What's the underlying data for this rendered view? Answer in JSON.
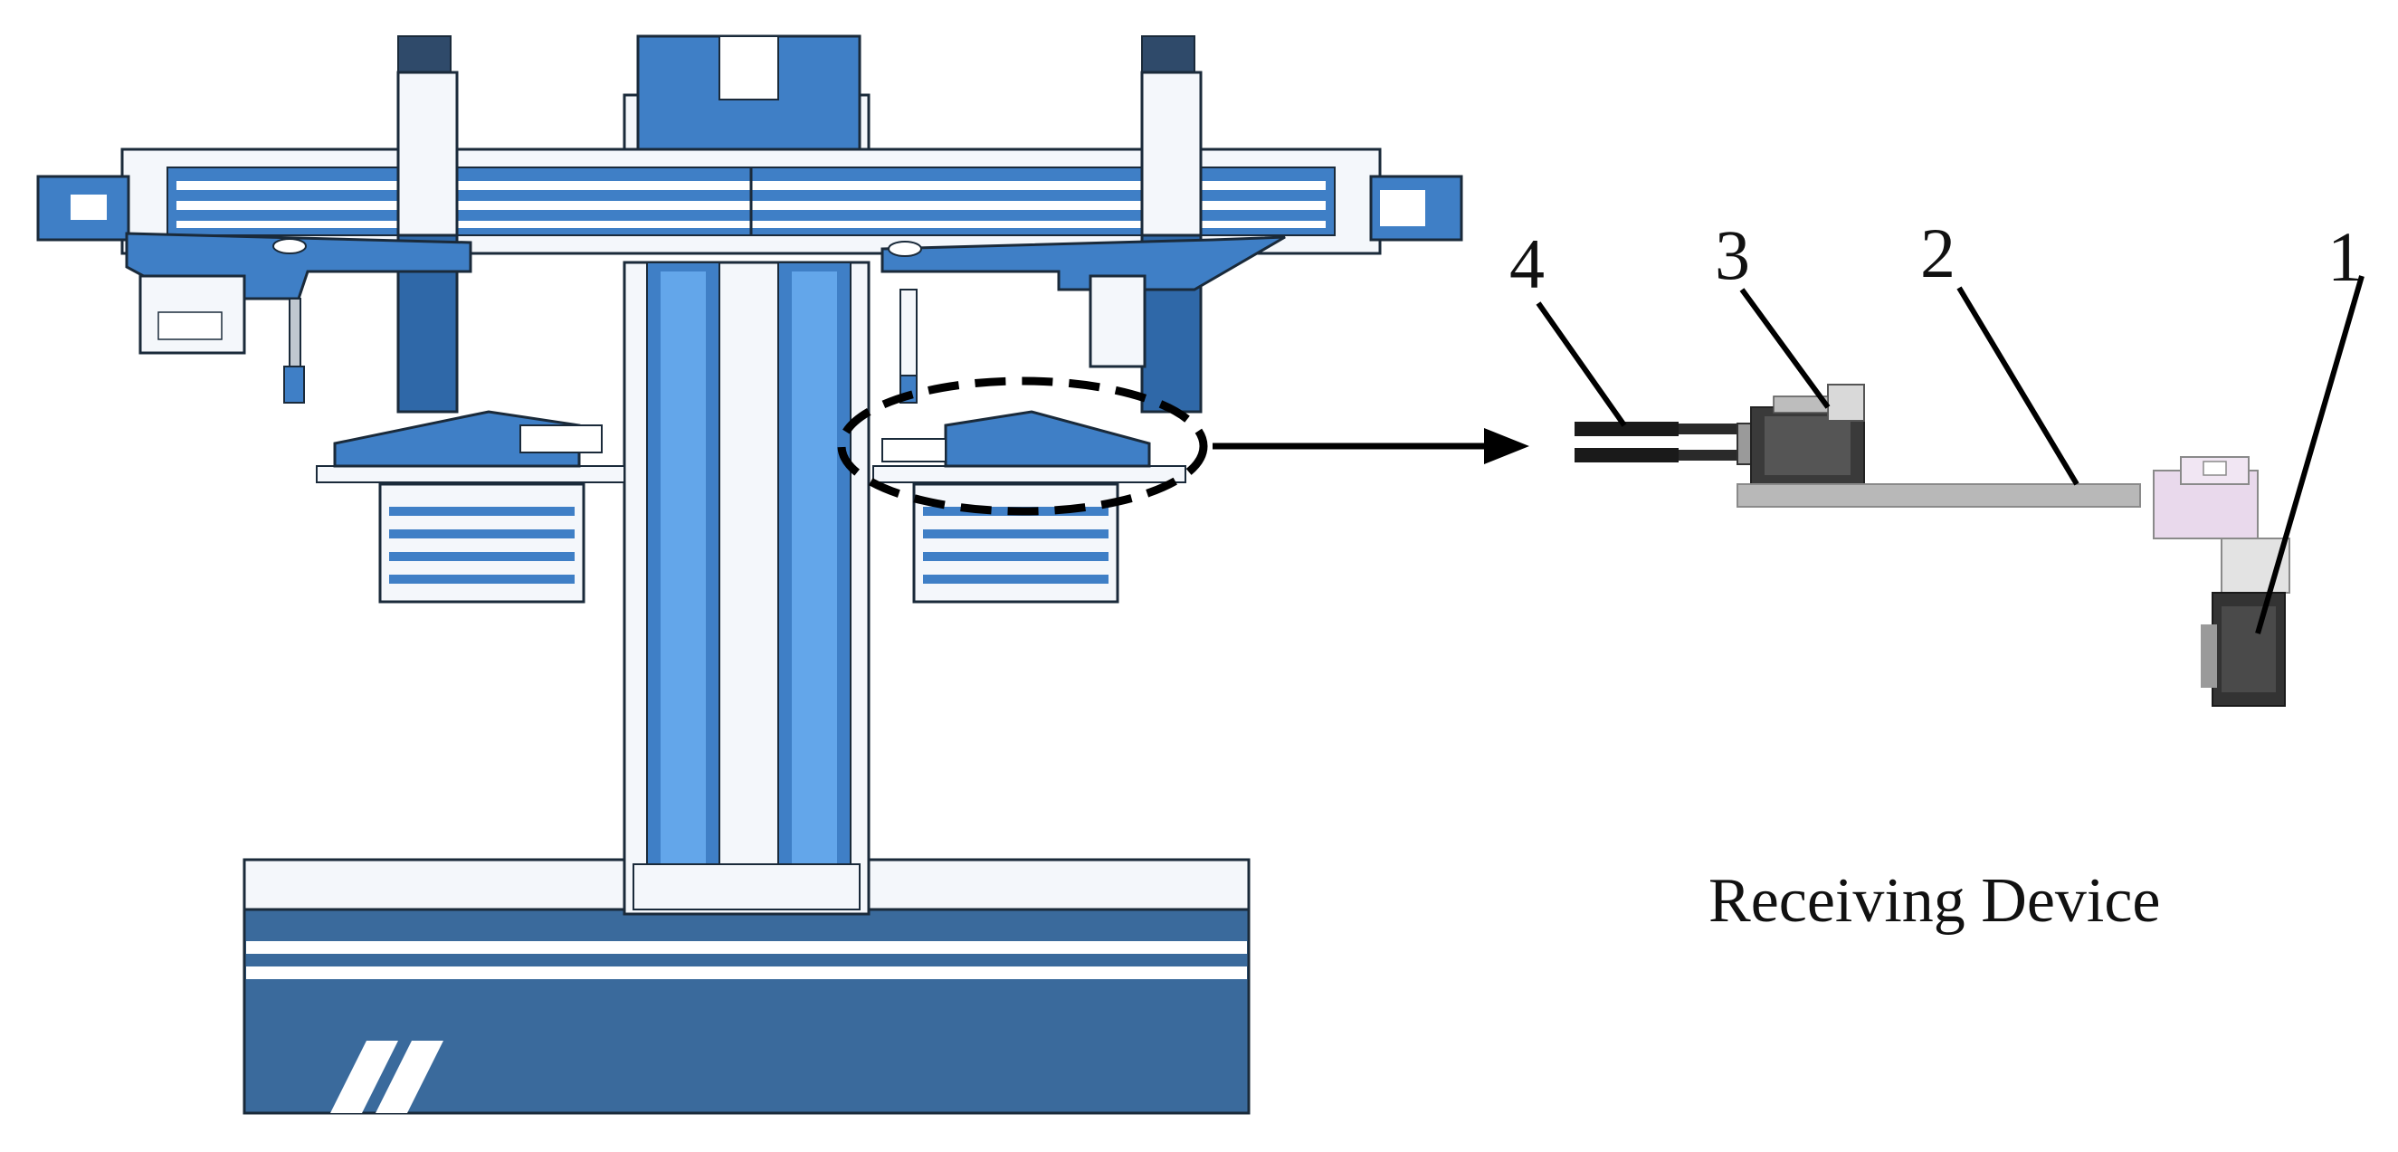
{
  "caption": "Receiving Device",
  "callouts": {
    "c1": "1",
    "c2": "2",
    "c3": "3",
    "c4": "4"
  },
  "colors": {
    "machine_blue": "#3f7fc6",
    "machine_dark": "#2f68a8",
    "machine_light": "#63a6ea",
    "base_navy": "#3a6a9c",
    "frame_white": "#f4f7fb",
    "outline": "#1a2a3a",
    "part_gray": "#b8b8b8",
    "part_dark": "#3a3a3a",
    "part_pink": "#e9d9ec",
    "arrow": "#000000"
  }
}
